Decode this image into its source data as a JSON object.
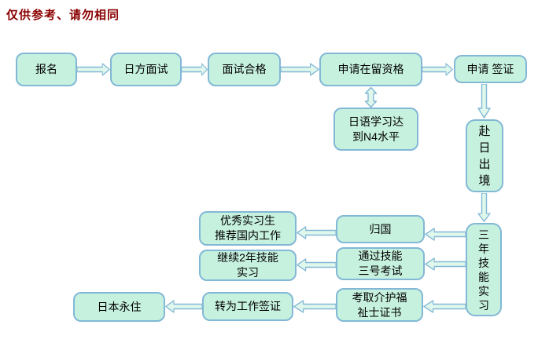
{
  "title": {
    "text": "仅供参考、请勿相同"
  },
  "palette": {
    "title_color": "#8b0000",
    "box_fill": "#c7f1df",
    "box_border": "#82b8d6",
    "arrow_fill": "#e0f7ec",
    "arrow_stroke": "#82b8d6",
    "text_color": "#000000",
    "background": "#ffffff"
  },
  "nodes": {
    "signup": {
      "label": "报名"
    },
    "japan_interview": {
      "label": "日方面试"
    },
    "interview_pass": {
      "label": "面试合格"
    },
    "apply_residence": {
      "label": "申请在留资格"
    },
    "apply_visa": {
      "label": "申请 签证"
    },
    "japanese_n4": {
      "label": "日语学习达\n到N4水平"
    },
    "go_japan": {
      "label": "赴\n日\n出\n境"
    },
    "three_year_internship": {
      "label": "三\n年\n技\n能\n实\n习"
    },
    "return_home": {
      "label": "归国"
    },
    "recommend_domestic_work": {
      "label": "优秀实习生\n推荐国内工作"
    },
    "skill_exam_3": {
      "label": "通过技能\n三号考试"
    },
    "continue_2year": {
      "label": "继续2年技能\n实习"
    },
    "care_worker_cert": {
      "label": "考取介护福\n祉士证书"
    },
    "work_visa": {
      "label": "转为工作签证"
    },
    "japan_permanent": {
      "label": "日本永住"
    }
  },
  "edges": [
    {
      "from": "报名",
      "to": "日方面试",
      "type": "arrow"
    },
    {
      "from": "日方面试",
      "to": "面试合格",
      "type": "arrow"
    },
    {
      "from": "面试合格",
      "to": "申请在留资格",
      "type": "arrow"
    },
    {
      "from": "申请在留资格",
      "to": "申请 签证",
      "type": "arrow"
    },
    {
      "from": "申请在留资格",
      "to": "日语学习达到N4水平",
      "type": "double-arrow"
    },
    {
      "from": "申请 签证",
      "to": "赴日出境",
      "type": "arrow"
    },
    {
      "from": "赴日出境",
      "to": "三年技能实习",
      "type": "arrow"
    },
    {
      "from": "三年技能实习",
      "to": "归国",
      "type": "arrow"
    },
    {
      "from": "归国",
      "to": "优秀实习生推荐国内工作",
      "type": "arrow"
    },
    {
      "from": "三年技能实习",
      "to": "通过技能三号考试",
      "type": "arrow"
    },
    {
      "from": "通过技能三号考试",
      "to": "继续2年技能实习",
      "type": "arrow"
    },
    {
      "from": "三年技能实习",
      "to": "考取介护福祉士证书",
      "type": "arrow"
    },
    {
      "from": "考取介护福祉士证书",
      "to": "转为工作签证",
      "type": "arrow"
    },
    {
      "from": "转为工作签证",
      "to": "日本永住",
      "type": "arrow"
    }
  ]
}
